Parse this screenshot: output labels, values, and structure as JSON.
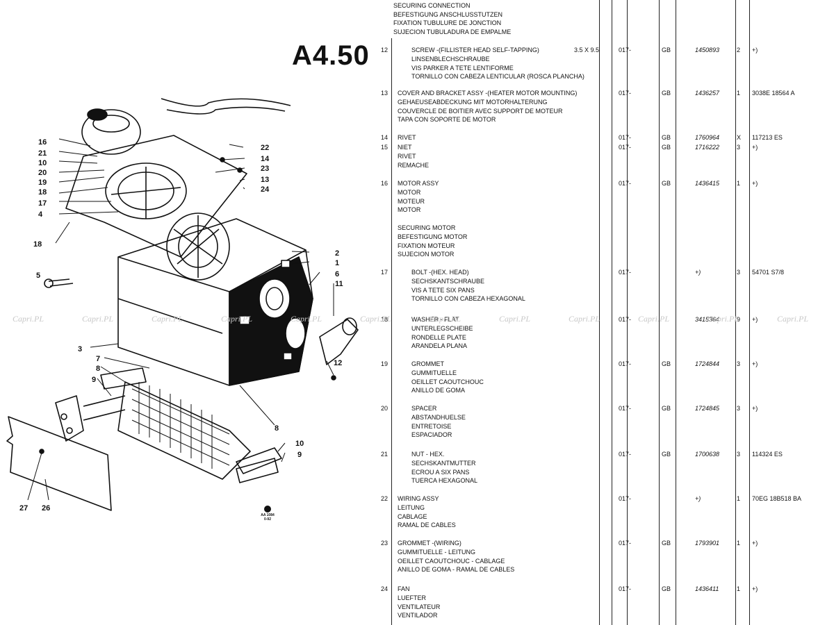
{
  "page_code": "A4.50",
  "header_lines": [
    "SECURING CONNECTION",
    "BEFESTIGUNG ANSCHLUSSTUTZEN",
    "FIXATION TUBULURE DE JONCTION",
    "SUJECION TUBULADURA DE EMPALME"
  ],
  "rows": [
    {
      "ref": "12",
      "desc": [
        "SCREW -(FILLISTER HEAD SELF-TAPPING)",
        "LINSENBLECHSCHRAUBE",
        "VIS PARKER A TETE LENTIFORME",
        "TORNILLO CON CABEZA LENTICULAR (ROSCA PLANCHA)"
      ],
      "size": "3.5 X 9.5",
      "code": "017-",
      "src": "GB",
      "part": "1450893",
      "qty": "2",
      "note": "+)",
      "indent": true
    },
    {
      "ref": "13",
      "desc": [
        "COVER AND BRACKET ASSY -(HEATER MOTOR MOUNTING)",
        "GEHAEUSEABDECKUNG MIT MOTORHALTERUNG",
        "COUVERCLE DE BOITIER AVEC SUPPORT DE MOTEUR",
        "TAPA CON SOPORTE DE MOTOR"
      ],
      "size": "",
      "code": "017-",
      "src": "GB",
      "part": "1436257",
      "qty": "1",
      "note": "3038E 18564 A",
      "indent": false
    },
    {
      "ref": "14",
      "desc": [
        "RIVET"
      ],
      "size": "",
      "code": "017-",
      "src": "GB",
      "part": "1760964",
      "qty": "X",
      "note": "117213 ES",
      "indent": false
    },
    {
      "ref": "15",
      "desc": [
        "NIET",
        "RIVET",
        "REMACHE"
      ],
      "size": "",
      "code": "017-",
      "src": "GB",
      "part": "1716222",
      "qty": "3",
      "note": "+)",
      "indent": false
    },
    {
      "ref": "16",
      "desc": [
        "MOTOR ASSY",
        "MOTOR",
        "MOTEUR",
        "MOTOR"
      ],
      "size": "",
      "code": "017-",
      "src": "GB",
      "part": "1436415",
      "qty": "1",
      "note": "+)",
      "indent": false
    },
    {
      "ref": "",
      "desc": [
        "SECURING MOTOR",
        "BEFESTIGUNG MOTOR",
        "FIXATION MOTEUR",
        "SUJECION MOTOR"
      ],
      "size": "",
      "code": "",
      "src": "",
      "part": "",
      "qty": "",
      "note": "",
      "indent": false
    },
    {
      "ref": "17",
      "desc": [
        "BOLT -(HEX. HEAD)",
        "SECHSKANTSCHRAUBE",
        "VIS A TETE SIX PANS",
        "TORNILLO CON CABEZA HEXAGONAL"
      ],
      "size": "",
      "code": "017-",
      "src": "",
      "part": "+)",
      "qty": "3",
      "note": "54701 S7/8",
      "indent": true
    },
    {
      "ref": "18",
      "desc": [
        "WASHER - FLAT",
        "UNTERLEGSCHEIBE",
        "RONDELLE PLATE",
        "ARANDELA PLANA"
      ],
      "size": "",
      "code": "017-",
      "src": "",
      "part": "3415364",
      "qty": "9",
      "note": "+)",
      "indent": true
    },
    {
      "ref": "19",
      "desc": [
        "GROMMET",
        "GUMMITUELLE",
        "OEILLET CAOUTCHOUC",
        "ANILLO DE GOMA"
      ],
      "size": "",
      "code": "017-",
      "src": "GB",
      "part": "1724844",
      "qty": "3",
      "note": "+)",
      "indent": true
    },
    {
      "ref": "20",
      "desc": [
        "SPACER",
        "ABSTANDHUELSE",
        "ENTRETOISE",
        "ESPACIADOR"
      ],
      "size": "",
      "code": "017-",
      "src": "GB",
      "part": "1724845",
      "qty": "3",
      "note": "+)",
      "indent": true
    },
    {
      "ref": "21",
      "desc": [
        "NUT - HEX.",
        "SECHSKANTMUTTER",
        "ECROU A SIX PANS",
        "TUERCA HEXAGONAL"
      ],
      "size": "",
      "code": "017-",
      "src": "GB",
      "part": "1700638",
      "qty": "3",
      "note": "114324 ES",
      "indent": true
    },
    {
      "ref": "22",
      "desc": [
        "WIRING ASSY",
        "LEITUNG",
        "CABLAGE",
        "RAMAL DE CABLES"
      ],
      "size": "",
      "code": "017-",
      "src": "",
      "part": "+)",
      "qty": "1",
      "note": "70EG 18B518 BA",
      "indent": false
    },
    {
      "ref": "23",
      "desc": [
        "GROMMET -(WIRING)",
        "GUMMITUELLE - LEITUNG",
        "OEILLET CAOUTCHOUC - CABLAGE",
        "ANILLO DE GOMA - RAMAL DE CABLES"
      ],
      "size": "",
      "code": "017-",
      "src": "GB",
      "part": "1793901",
      "qty": "1",
      "note": "+)",
      "indent": false
    },
    {
      "ref": "24",
      "desc": [
        "FAN",
        "LUEFTER",
        "VENTILATEUR",
        "VENTILADOR"
      ],
      "size": "",
      "code": "017-",
      "src": "GB",
      "part": "1436411",
      "qty": "1",
      "note": "+)",
      "indent": false
    }
  ],
  "callouts": [
    "16",
    "21",
    "10",
    "20",
    "19",
    "18",
    "17",
    "4",
    "18",
    "5",
    "3",
    "7",
    "8",
    "9",
    "27",
    "26",
    "22",
    "14",
    "23",
    "13",
    "24",
    "2",
    "1",
    "6",
    "11",
    "12",
    "8",
    "10",
    "9"
  ],
  "stamp": [
    "AA 1084",
    "0-92"
  ],
  "watermark": "Capri.PL"
}
